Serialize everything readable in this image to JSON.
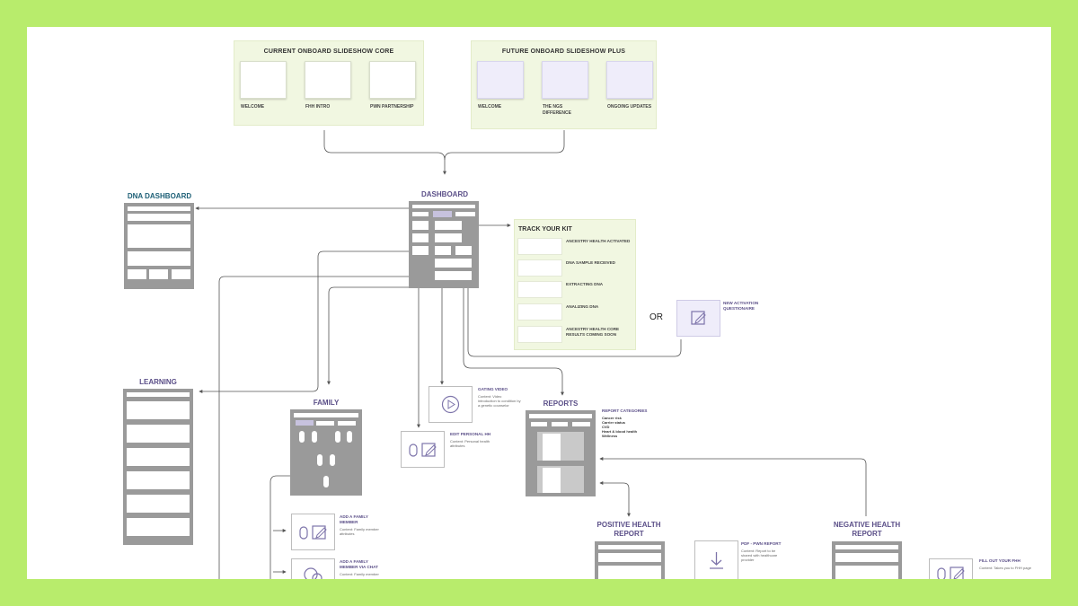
{
  "onboarding": {
    "current": {
      "title": "CURRENT ONBOARD SLIDESHOW CORE",
      "cards": [
        "WELCOME",
        "FHH INTRO",
        "PWN PARTNERSHIP"
      ]
    },
    "future": {
      "title": "FUTURE ONBOARD SLIDESHOW PLUS",
      "cards": [
        "WELCOME",
        "THE NGS DIFFERENCE",
        "ONGOING UPDATES"
      ]
    }
  },
  "screens": {
    "dna_dashboard": "DNA DASHBOARD",
    "dashboard": "DASHBOARD",
    "learning": "LEARNING",
    "family": "FAMILY",
    "reports": "REPORTS",
    "positive": "POSITIVE HEALTH REPORT",
    "negative": "NEGATIVE HEALTH REPORT"
  },
  "track_kit": {
    "title": "TRACK YOUR KIT",
    "steps": [
      "ANCESTRY HEALTH ACTIVATED",
      "DNA SAMPLE RECEIVED",
      "EXTRACTING DNA",
      "ANALIZING DNA",
      "ANCESTRY HEALTH CORE RESULTS COMING SOON"
    ]
  },
  "or_label": "OR",
  "actions": {
    "new_activation": {
      "title": "NEW ACTIVATION QUESTIONAIRE",
      "desc": ""
    },
    "gating_video": {
      "title": "GATING VIDEO",
      "desc": "Content: Video introduction to condition by a genetic counselor"
    },
    "edit_personal": {
      "title": "EDIT PERSONAL HH",
      "desc": "Content: Personal health attributes"
    },
    "add_family": {
      "title": "ADD A FAMILY MEMBER",
      "desc": "Content: Family member attributes"
    },
    "add_family_chat": {
      "title": "ADD A FAMILY MEMBER VIA CHAT",
      "desc": "Content: Family member"
    },
    "pdf_report": {
      "title": "PDF - PWN REPORT",
      "desc": "Content: Report to be shared with healthcare provider"
    },
    "fill_fhh": {
      "title": "FILL OUT YOUR FHH",
      "desc": "Content: Takes you to FHH page"
    }
  },
  "report_categories": {
    "title": "REPORT CATEGORIES",
    "items": [
      "Cancer risk",
      "Carrier status",
      "CVD",
      "Heart & blood health",
      "Wellness"
    ]
  },
  "colors": {
    "background": "#b8ec6c",
    "panel": "#f1f7e1",
    "wireframe": "#9a9a9a",
    "heading_purple": "#5b4f88",
    "heading_teal": "#1e6077"
  }
}
